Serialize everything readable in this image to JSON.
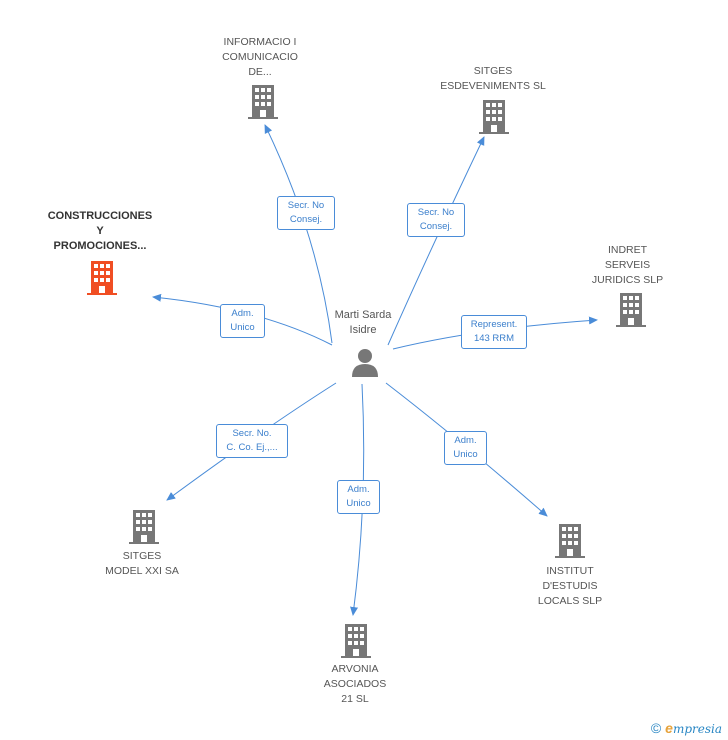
{
  "center": {
    "label": "Marti Sarda\nIsidre",
    "icon": "person-icon"
  },
  "colors": {
    "edge": "#4a8cd8",
    "building": "#777777",
    "highlight": "#f04e23",
    "text": "#555555"
  },
  "nodes": [
    {
      "id": "n1",
      "label": "INFORMACIO I\nCOMUNICACIO\nDE...",
      "icon": "building-icon",
      "highlight": false
    },
    {
      "id": "n2",
      "label": "SITGES\nESDEVENIMENTS SL",
      "icon": "building-icon",
      "highlight": false
    },
    {
      "id": "n3",
      "label": "CONSTRUCCIONES\nY\nPROMOCIONES...",
      "icon": "building-icon",
      "highlight": true
    },
    {
      "id": "n4",
      "label": "INDRET\nSERVEIS\nJURIDICS SLP",
      "icon": "building-icon",
      "highlight": false
    },
    {
      "id": "n5",
      "label": "SITGES\nMODEL XXI SA",
      "icon": "building-icon",
      "highlight": false
    },
    {
      "id": "n6",
      "label": "ARVONIA\nASOCIADOS\n21 SL",
      "icon": "building-icon",
      "highlight": false
    },
    {
      "id": "n7",
      "label": "INSTITUT\nD'ESTUDIS\nLOCALS  SLP",
      "icon": "building-icon",
      "highlight": false
    }
  ],
  "edges": [
    {
      "to": "n1",
      "label": "Secr.  No\nConsej."
    },
    {
      "to": "n2",
      "label": "Secr.  No\nConsej."
    },
    {
      "to": "n3",
      "label": "Adm.\nUnico"
    },
    {
      "to": "n4",
      "label": "Represent.\n143 RRM"
    },
    {
      "to": "n5",
      "label": "Secr.  No.\nC. Co. Ej.,..."
    },
    {
      "to": "n6",
      "label": "Adm.\nUnico"
    },
    {
      "to": "n7",
      "label": "Adm.\nUnico"
    }
  ],
  "footer": {
    "copyright": "©",
    "brand_initial": "e",
    "brand_rest": "mpresia"
  }
}
